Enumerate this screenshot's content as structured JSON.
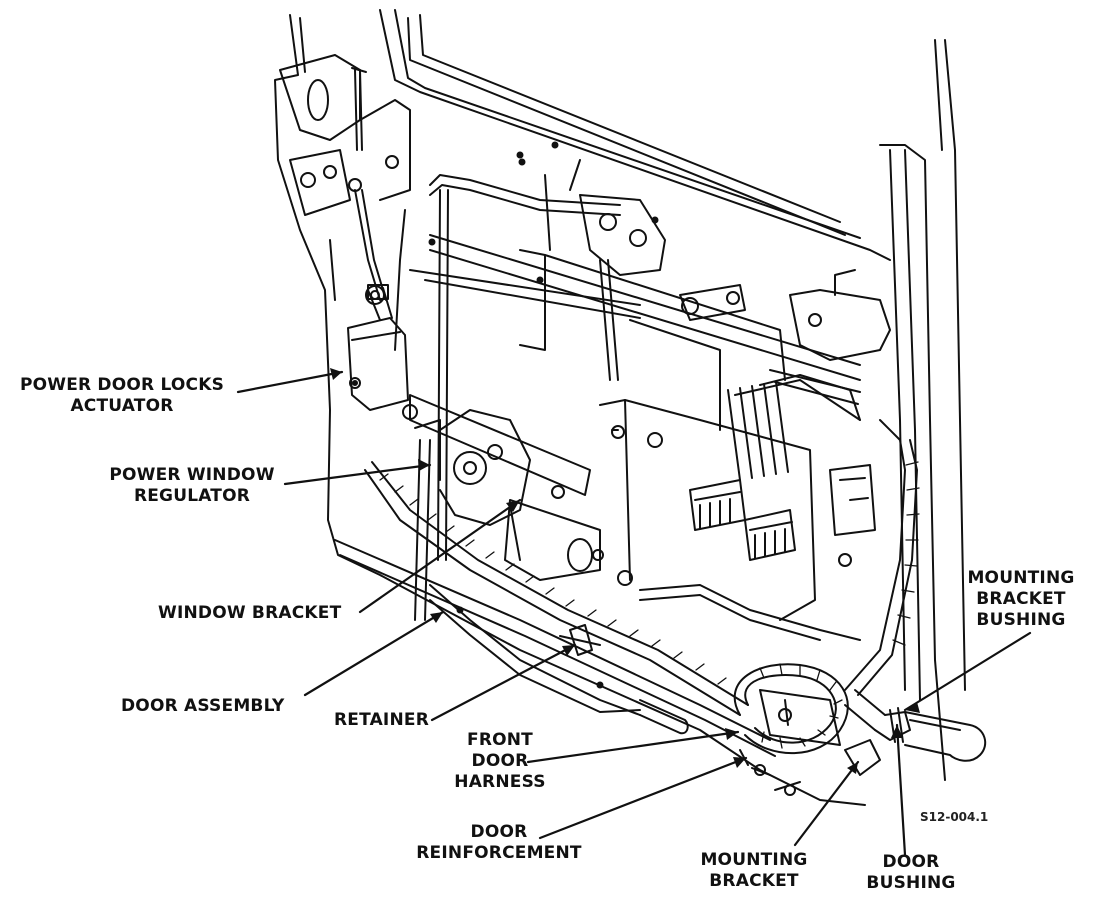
{
  "labels": {
    "power_door_locks_actuator": [
      "POWER DOOR LOCKS",
      "ACTUATOR"
    ],
    "power_window_regulator": [
      "POWER WINDOW",
      "REGULATOR"
    ],
    "window_bracket": [
      "WINDOW BRACKET"
    ],
    "door_assembly": [
      "DOOR ASSEMBLY"
    ],
    "retainer": [
      "RETAINER"
    ],
    "front_door_harness": [
      "FRONT",
      "DOOR",
      "HARNESS"
    ],
    "door_reinforcement": [
      "DOOR",
      "REINFORCEMENT"
    ],
    "mounting_bracket": [
      "MOUNTING",
      "BRACKET"
    ],
    "door_bushing": [
      "DOOR",
      "BUSHING"
    ],
    "mounting_bracket_bushing": [
      "MOUNTING",
      "BRACKET",
      "BUSHING"
    ]
  },
  "figure_id": "S12-004.1",
  "colors": {
    "ink": "#111111",
    "background": "#ffffff"
  }
}
